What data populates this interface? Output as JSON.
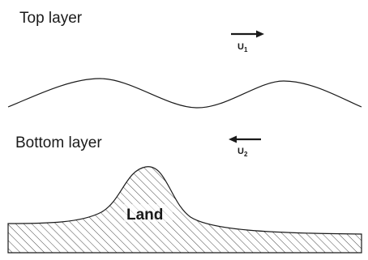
{
  "labels": {
    "top_layer": "Top layer",
    "bottom_layer": "Bottom layer",
    "land": "Land"
  },
  "velocities": {
    "top": {
      "symbol": "U",
      "subscript": "1",
      "direction": "right"
    },
    "bottom": {
      "symbol": "U",
      "subscript": "2",
      "direction": "left"
    }
  },
  "colors": {
    "ink": "#1a1a1a",
    "background": "#ffffff"
  }
}
